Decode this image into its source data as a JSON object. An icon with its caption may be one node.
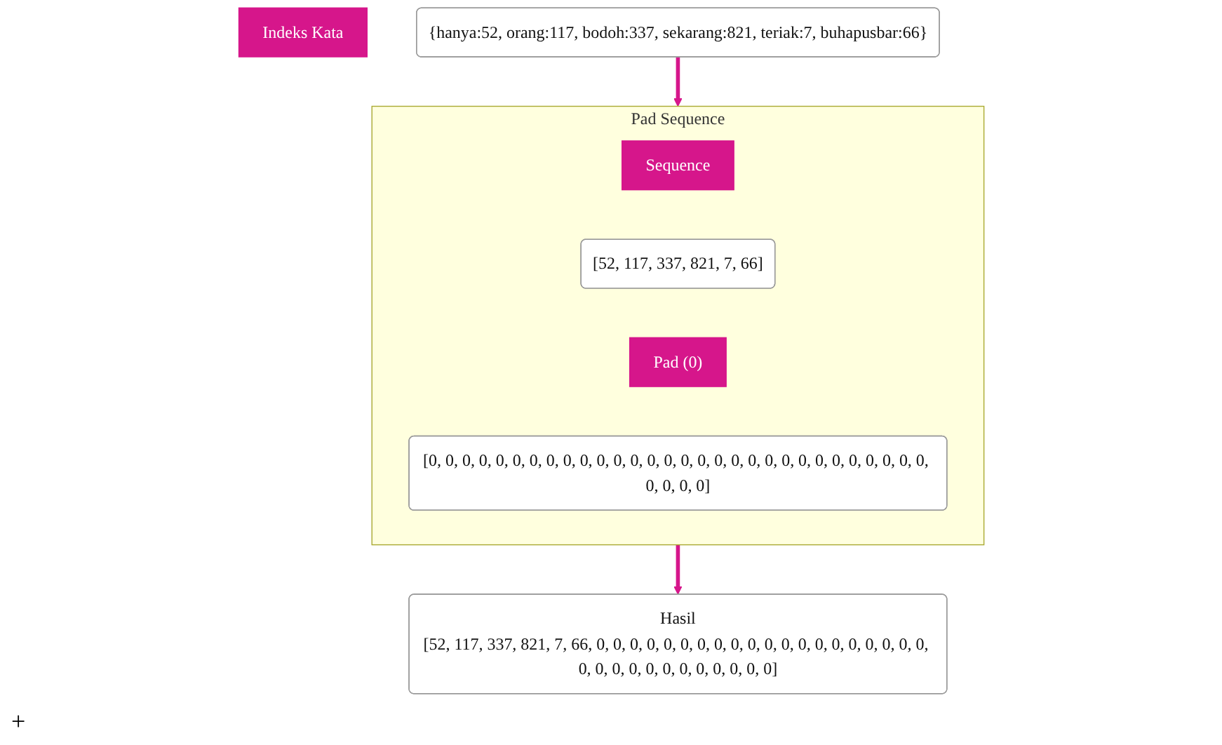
{
  "diagram": {
    "nodes": [
      {
        "text": [
          "Indeks Kata"
        ]
      },
      {
        "text": [
          "{hanya:52, orang:117, bodoh:337, sekarang:821, teriak:7, buhapusbar:66}"
        ]
      },
      {
        "text": [
          "Pad Sequence"
        ]
      },
      {
        "text": [
          "Sequence"
        ],
        "in": 2
      },
      {
        "text": [
          "[52, 117, 337, 821, 7, 66]"
        ],
        "in": 2
      },
      {
        "text": [
          "Pad (0)"
        ],
        "in": 2
      },
      {
        "text": [
          "[0, 0, 0, 0, 0, 0, 0, 0, 0, 0, 0, 0, 0, 0, 0, 0, 0, 0, 0, 0, 0, 0, 0, 0, 0, 0, 0, 0, 0, 0, 0, 0, 0, 0]"
        ],
        "in": 2
      },
      {
        "text": [
          "Hasil",
          "[52, 117, 337, 821, 7, 66, 0, 0, 0, 0, 0, 0, 0, 0, 0, 0, 0, 0, 0, 0, 0, 0, 0, 0, 0, 0, 0, 0, 0, 0, 0, 0, 0, 0, 0, 0, 0, 0]"
        ]
      }
    ],
    "edges": [
      {
        "from": 1,
        "to": 2,
        "arrow": "to"
      },
      {
        "from": 2,
        "to": 7,
        "arrow": "to"
      }
    ],
    "labels": [
      "+"
    ]
  }
}
